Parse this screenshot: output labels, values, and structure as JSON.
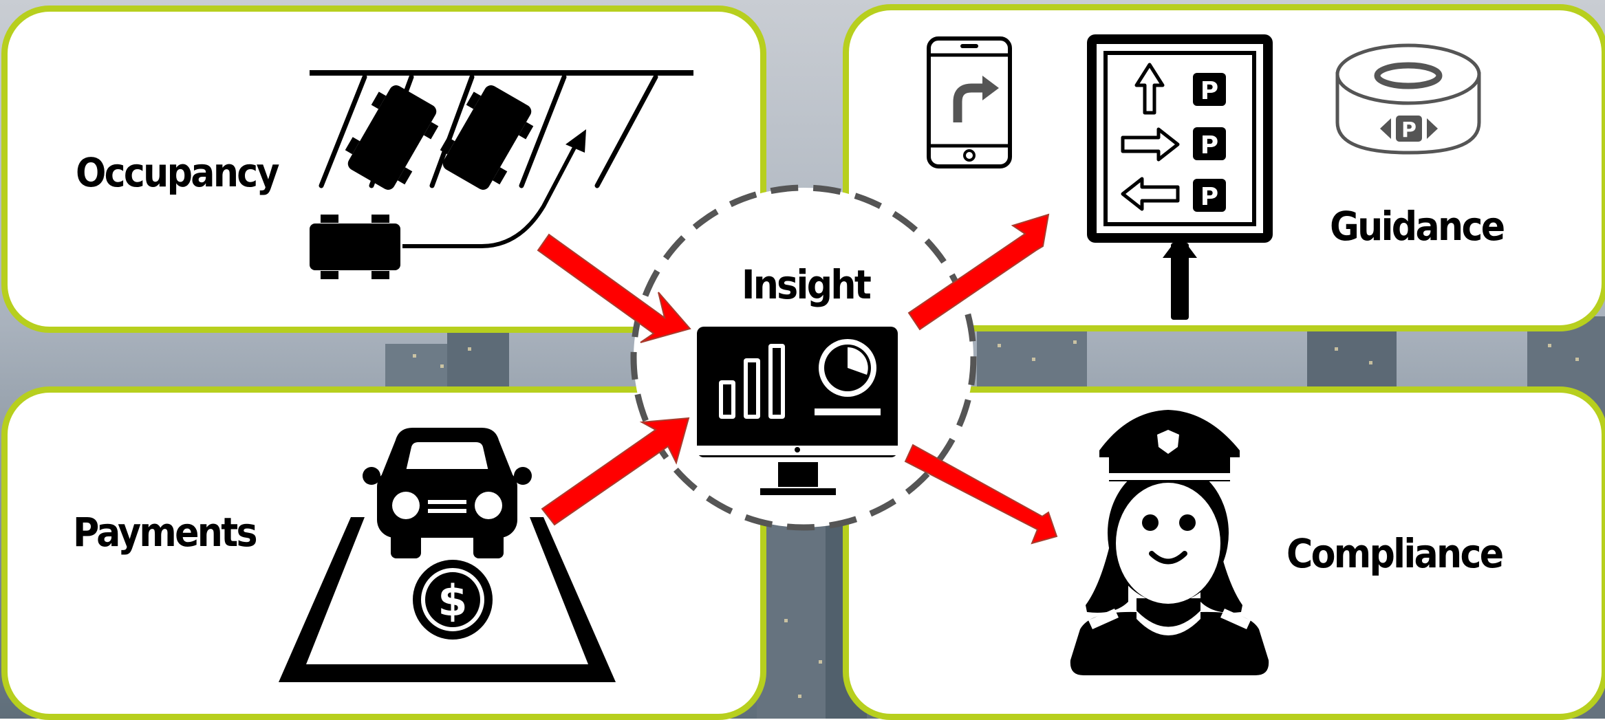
{
  "labels": {
    "occupancy": "Occupancy",
    "payments": "Payments",
    "guidance": "Guidance",
    "compliance": "Compliance",
    "insight": "Insight"
  },
  "icons": {
    "occupancy": "parking-lot-icon",
    "payments": "parking-payment-icon",
    "guidance": [
      "smartphone-turn-icon",
      "parking-guidance-sign-icon",
      "parking-sensor-icon"
    ],
    "compliance": "parking-officer-icon",
    "insight": "analytics-monitor-icon"
  },
  "sign_letter": "P",
  "currency_symbol": "$",
  "colors": {
    "panel_border": "#b7cf1e",
    "arrow": "#ff0000",
    "circle_dash": "#555555",
    "icon": "#000000"
  }
}
